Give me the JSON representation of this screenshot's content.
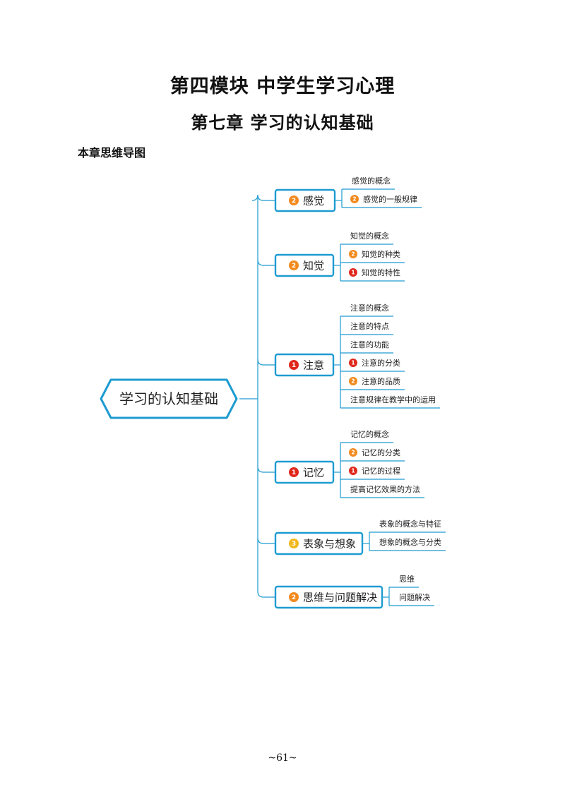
{
  "page": {
    "module_title": "第四模块  中学生学习心理",
    "chapter_title": "第七章  学习的认知基础",
    "section_title": "本章思维导图",
    "page_number": "~61~"
  },
  "colors": {
    "accent": "#1d9bd1",
    "badge_1": "#e0281c",
    "badge_2": "#f28a1e",
    "badge_3": "#f2b81e"
  },
  "mindmap": {
    "root": "学习的认知基础",
    "branches": [
      {
        "label": "感觉",
        "badge": "2",
        "children": [
          {
            "label": "感觉的概念",
            "badge": ""
          },
          {
            "label": "感觉的一般规律",
            "badge": "2"
          }
        ]
      },
      {
        "label": "知觉",
        "badge": "2",
        "children": [
          {
            "label": "知觉的概念",
            "badge": ""
          },
          {
            "label": "知觉的种类",
            "badge": "2"
          },
          {
            "label": "知觉的特性",
            "badge": "1"
          }
        ]
      },
      {
        "label": "注意",
        "badge": "1",
        "children": [
          {
            "label": "注意的概念",
            "badge": ""
          },
          {
            "label": "注意的特点",
            "badge": ""
          },
          {
            "label": "注意的功能",
            "badge": ""
          },
          {
            "label": "注意的分类",
            "badge": "1"
          },
          {
            "label": "注意的品质",
            "badge": "2"
          },
          {
            "label": "注意规律在教学中的运用",
            "badge": ""
          }
        ]
      },
      {
        "label": "记忆",
        "badge": "1",
        "children": [
          {
            "label": "记忆的概念",
            "badge": ""
          },
          {
            "label": "记忆的分类",
            "badge": "2"
          },
          {
            "label": "记忆的过程",
            "badge": "1"
          },
          {
            "label": "提高记忆效果的方法",
            "badge": ""
          }
        ]
      },
      {
        "label": "表象与想象",
        "badge": "3",
        "children": [
          {
            "label": "表象的概念与特征",
            "badge": ""
          },
          {
            "label": "想象的概念与分类",
            "badge": ""
          }
        ]
      },
      {
        "label": "思维与问题解决",
        "badge": "2",
        "children": [
          {
            "label": "思维",
            "badge": ""
          },
          {
            "label": "问题解决",
            "badge": ""
          }
        ]
      }
    ]
  }
}
